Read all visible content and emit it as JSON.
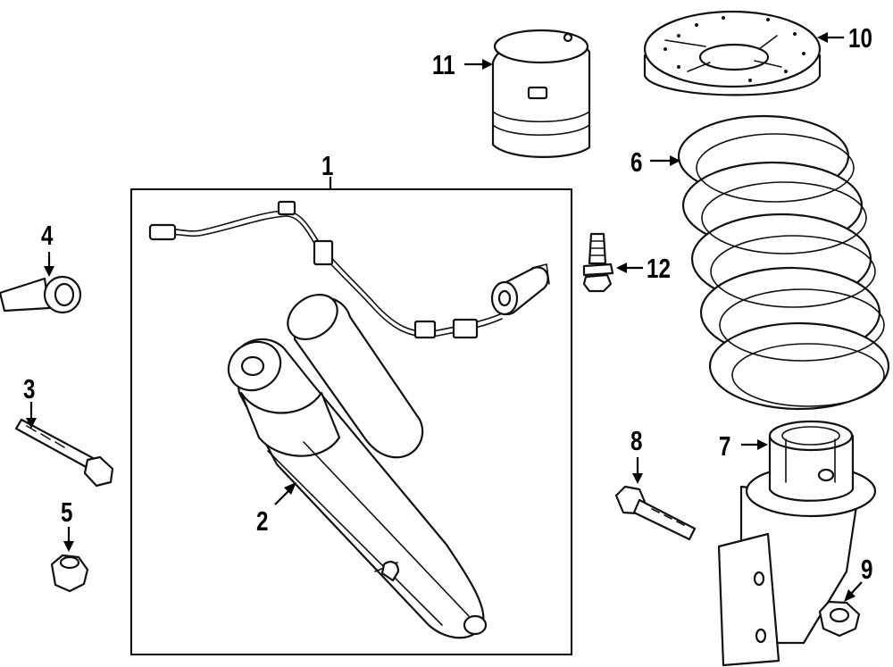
{
  "callouts": [
    {
      "id": "1",
      "label": "1",
      "part": "shock-absorber-assembly"
    },
    {
      "id": "2",
      "label": "2",
      "part": "shock-absorber"
    },
    {
      "id": "3",
      "label": "3",
      "part": "lower-mount-bolt"
    },
    {
      "id": "4",
      "label": "4",
      "part": "bushing-insulator"
    },
    {
      "id": "5",
      "label": "5",
      "part": "nut"
    },
    {
      "id": "6",
      "label": "6",
      "part": "coil-spring"
    },
    {
      "id": "7",
      "label": "7",
      "part": "spring-seat-bracket"
    },
    {
      "id": "8",
      "label": "8",
      "part": "bracket-bolt"
    },
    {
      "id": "9",
      "label": "9",
      "part": "bracket-nut"
    },
    {
      "id": "10",
      "label": "10",
      "part": "upper-spring-insulator"
    },
    {
      "id": "11",
      "label": "11",
      "part": "jounce-bumper"
    },
    {
      "id": "12",
      "label": "12",
      "part": "stud-bolt"
    }
  ]
}
